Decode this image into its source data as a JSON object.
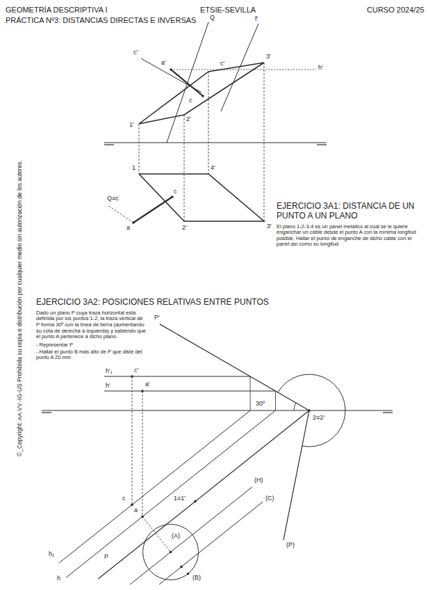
{
  "diagram": {
    "title": "PRÁCTICA Nº3: DISTANCIAS DIRECTAS E INVERSAS",
    "labels": [
      "GEOMETRÍA DESCRIPTIVA I",
      "ETSIE-SEVILLA",
      "CURSO 2024/25",
      "©_Copyright: AA.VV.-IG-US Prohibida su copia o distribución por cualquier medio sin autorización de los autores.",
      "Q",
      "f'",
      "c'",
      "a'",
      "c'",
      "3'",
      "h'",
      "1'",
      "2'",
      "c",
      "1",
      "4'",
      "2'",
      "3'",
      "Q≡c",
      "a",
      "c",
      "EJERCICIO 3A1: DISTANCIA DE UN PUNTO A UN PLANO",
      "El plano 1-2-3-4 es un panel metálico al cual se le quiere enganchar un cable desde el punto A con la mínima longitud posible. Hallar el punto de enganche de dicho cable con el panel así como su longitud",
      "EJERCICIO 3A2: POSICIONES RELATIVAS ENTRE PUNTOS",
      "Dado un plano P cuya traza horizontal está definida por los puntos 1-2, la traza vertical de P forma 30º con la línea de tierra (aumentando su cota de derecha a izquierda) y sabiendo que el punto A pertenece a dicho plano.",
      "- Representar P",
      "- Hallar el punto B más alto de P que diste del punto A 20 mm",
      "P'",
      "h'₁",
      "c'",
      "h'",
      "a'",
      "30º",
      "2≡2'",
      "c",
      "1≡1'",
      "a",
      "h₁",
      "h",
      "(A)",
      "(B)",
      "(H)",
      "(C)",
      "(P)",
      "P"
    ]
  }
}
